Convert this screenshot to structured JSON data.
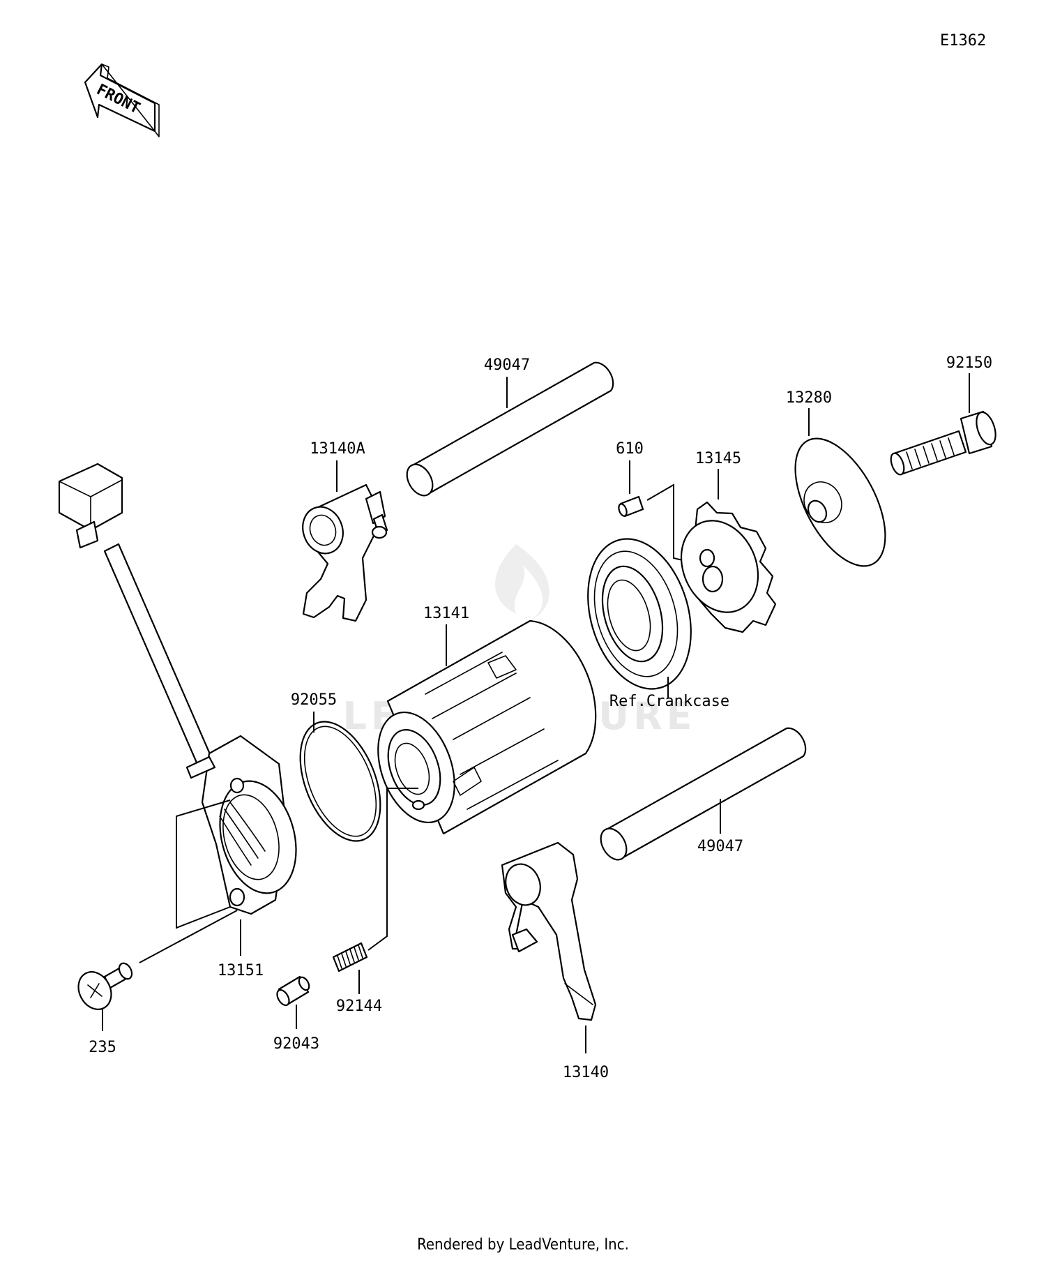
{
  "diagram_code": "E1362",
  "front_label": "FRONT",
  "watermark": "LEADVENTURE",
  "footer": "Rendered by LeadVenture, Inc.",
  "labels": {
    "shaft_top": "49047",
    "shaft_bottom": "49047",
    "bolt": "92150",
    "holder": "13280",
    "pin": "610",
    "cam": "13145",
    "fork_upper": "13140A",
    "drum": "13141",
    "bearing_ref": "Ref.Crankcase",
    "oring": "92055",
    "sensor": "13151",
    "screw": "235",
    "detent_pin": "92043",
    "spring": "92144",
    "fork_lower": "13140"
  }
}
